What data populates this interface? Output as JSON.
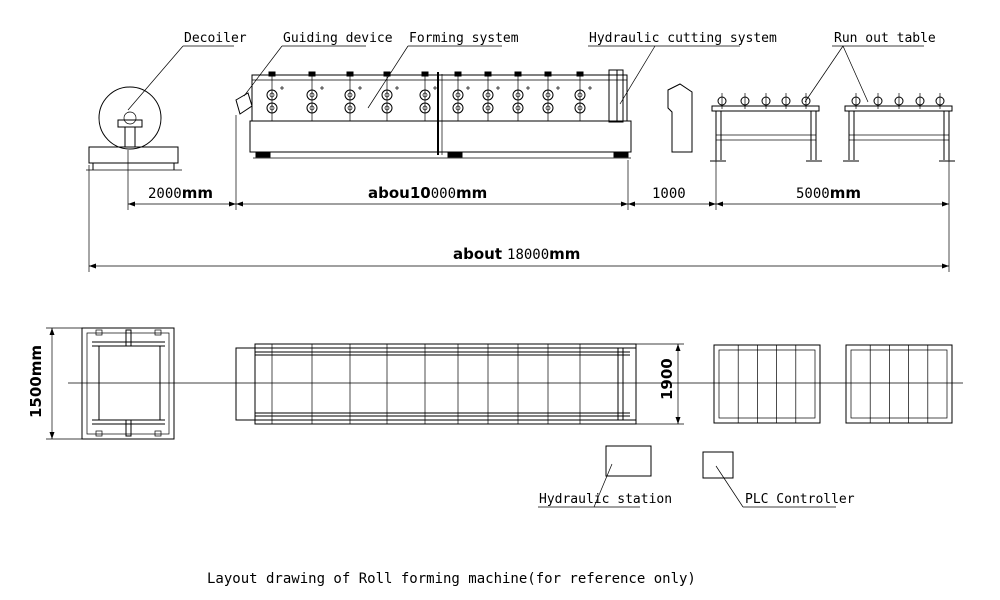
{
  "labels": {
    "decoiler": "Decoiler",
    "guiding_device": "Guiding device",
    "forming_system": "Forming system",
    "hydraulic_cutting_system": "Hydraulic cutting system",
    "run_out_table": "Run out table",
    "hydraulic_station": "Hydraulic station",
    "plc_controller": "PLC Controller"
  },
  "dimensions": {
    "d2000_value": "2000",
    "d2000_unit": "mm",
    "d10000_prefix": "abou10",
    "d10000_value": "000",
    "d10000_unit": "mm",
    "d1000": "1000",
    "d5000_value": "5000",
    "d5000_unit": "mm",
    "total_prefix": "about",
    "total_value": "18000",
    "total_unit": "mm",
    "width_decoiler": "1500mm",
    "width_machine": "1900"
  },
  "caption": "Layout drawing of Roll forming machine(for reference only)"
}
